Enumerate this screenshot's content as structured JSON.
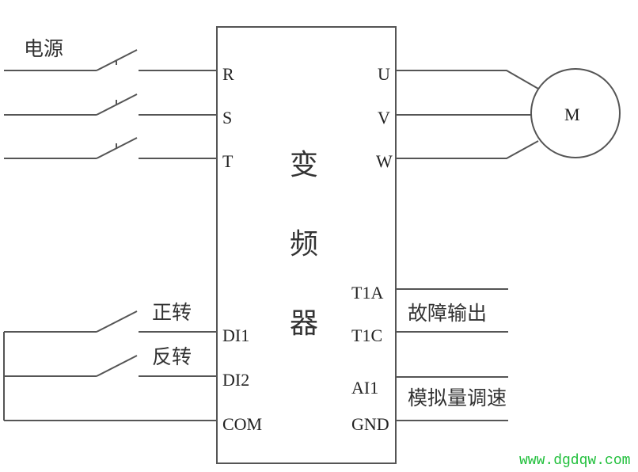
{
  "power_label": "电源",
  "inverter_label": [
    "变",
    "频",
    "器"
  ],
  "inputs": [
    "R",
    "S",
    "T"
  ],
  "outputs": [
    "U",
    "V",
    "W"
  ],
  "motor_label": "M",
  "digital_inputs": [
    "DI1",
    "DI2",
    "COM"
  ],
  "forward_label": "正转",
  "reverse_label": "反转",
  "relay_terminals": [
    "T1A",
    "T1C"
  ],
  "fault_output_label": "故障输出",
  "analog_terminals": [
    "AI1",
    "GND"
  ],
  "analog_speed_label": "模拟量调速",
  "watermark": "www.dgdqw.com"
}
